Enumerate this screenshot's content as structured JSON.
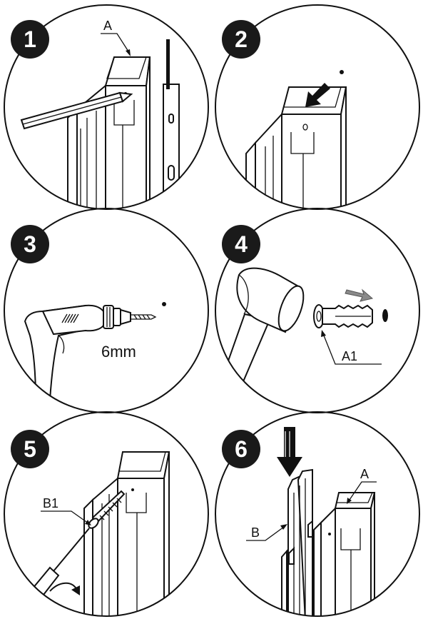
{
  "steps": [
    {
      "number": "1",
      "labels": {
        "a": "A"
      }
    },
    {
      "number": "2",
      "labels": {}
    },
    {
      "number": "3",
      "labels": {
        "drill_size": "6mm"
      }
    },
    {
      "number": "4",
      "labels": {
        "a1": "A1"
      }
    },
    {
      "number": "5",
      "labels": {
        "b1": "B1"
      }
    },
    {
      "number": "6",
      "labels": {
        "a": "A",
        "b": "B"
      }
    }
  ],
  "colors": {
    "ink": "#111111",
    "badge": "#1a1a1a",
    "background": "#ffffff",
    "arrow_grey": "#8a8a8a"
  }
}
